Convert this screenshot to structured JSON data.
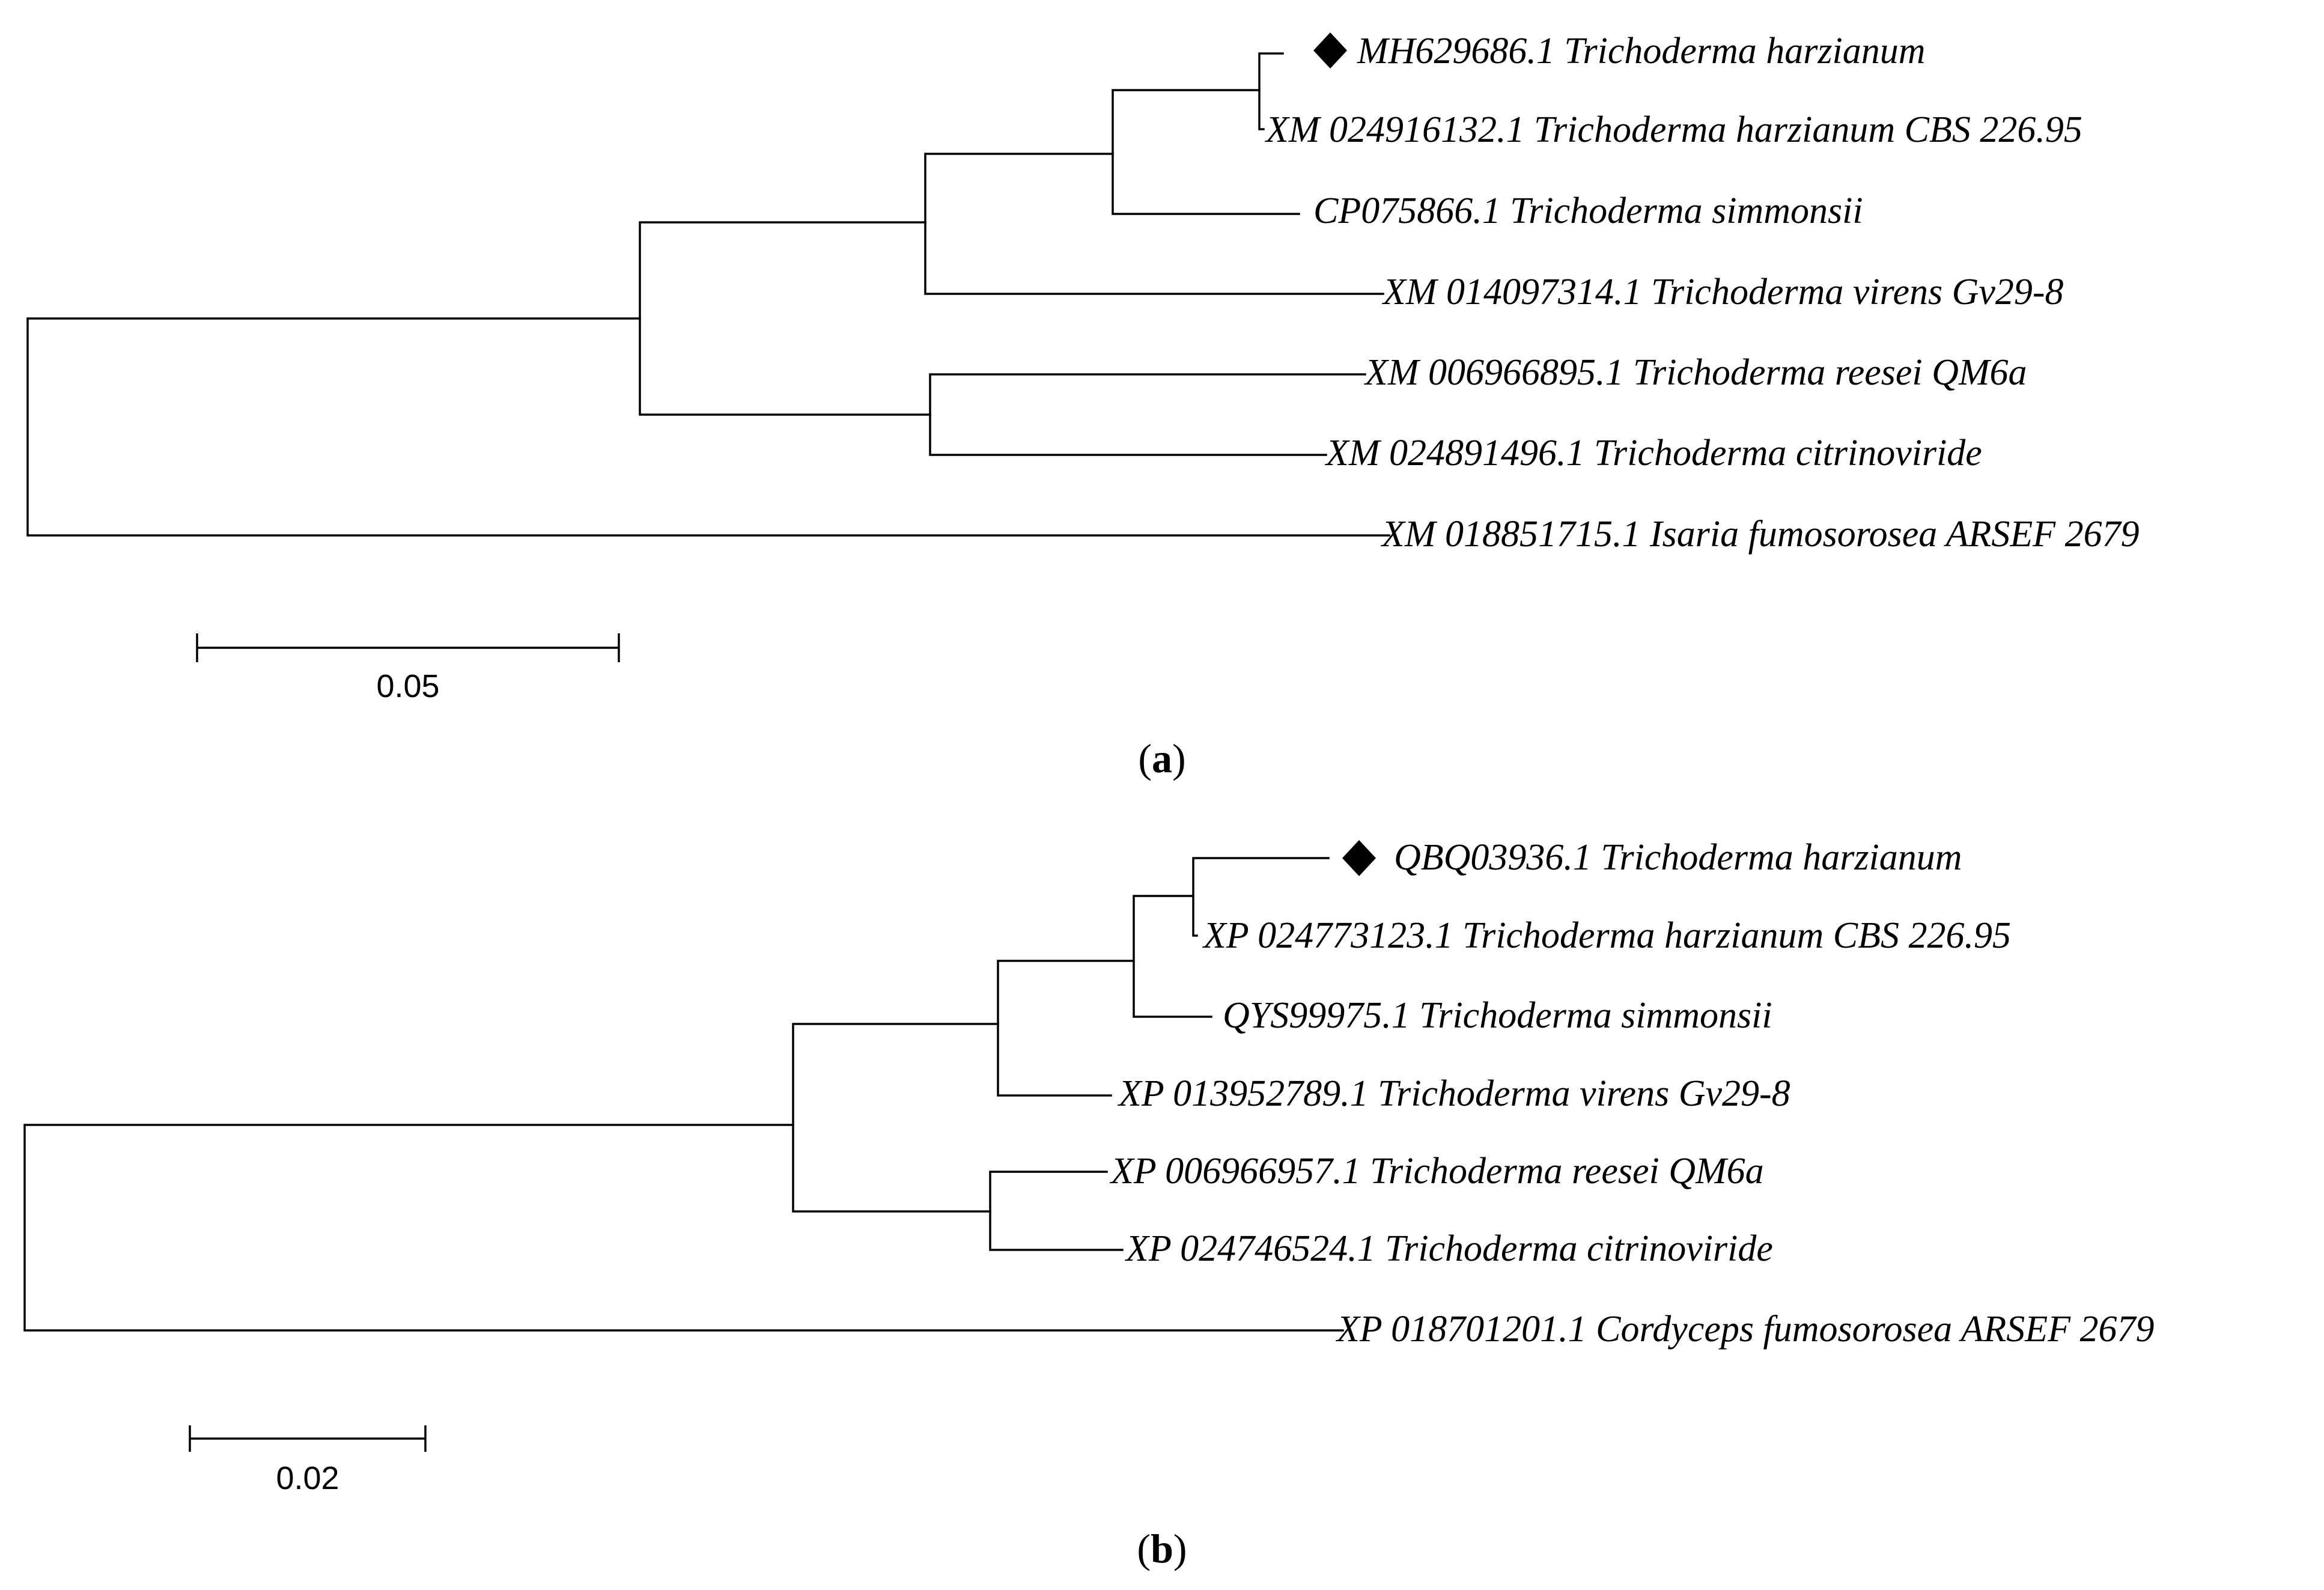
{
  "panels": [
    {
      "id": "a",
      "label_open": "(",
      "label_letter": "a",
      "label_close": ")",
      "scale_label": "0.05",
      "leaves": [
        {
          "text": "MH629686.1 Trichoderma harzianum",
          "marked": true
        },
        {
          "text": "XM 024916132.1 Trichoderma harzianum CBS 226.95",
          "marked": false
        },
        {
          "text": "CP075866.1 Trichoderma simmonsii",
          "marked": false
        },
        {
          "text": "XM 014097314.1 Trichoderma virens Gv29-8",
          "marked": false
        },
        {
          "text": "XM 006966895.1 Trichoderma reesei QM6a",
          "marked": false
        },
        {
          "text": "XM 024891496.1 Trichoderma citrinoviride",
          "marked": false
        },
        {
          "text": "XM 018851715.1 Isaria fumosorosea ARSEF 2679",
          "marked": false
        }
      ]
    },
    {
      "id": "b",
      "label_open": "(",
      "label_letter": "b",
      "label_close": ")",
      "scale_label": "0.02",
      "leaves": [
        {
          "text": "QBQ03936.1 Trichoderma harzianum",
          "marked": true
        },
        {
          "text": "XP 024773123.1 Trichoderma harzianum CBS 226.95",
          "marked": false
        },
        {
          "text": "QYS99975.1 Trichoderma simmonsii",
          "marked": false
        },
        {
          "text": "XP 013952789.1 Trichoderma virens Gv29-8",
          "marked": false
        },
        {
          "text": "XP 006966957.1 Trichoderma reesei QM6a",
          "marked": false
        },
        {
          "text": "XP 024746524.1 Trichoderma citrinoviride",
          "marked": false
        },
        {
          "text": "XP 018701201.1 Cordyceps fumosorosea ARSEF 2679",
          "marked": false
        }
      ]
    }
  ]
}
